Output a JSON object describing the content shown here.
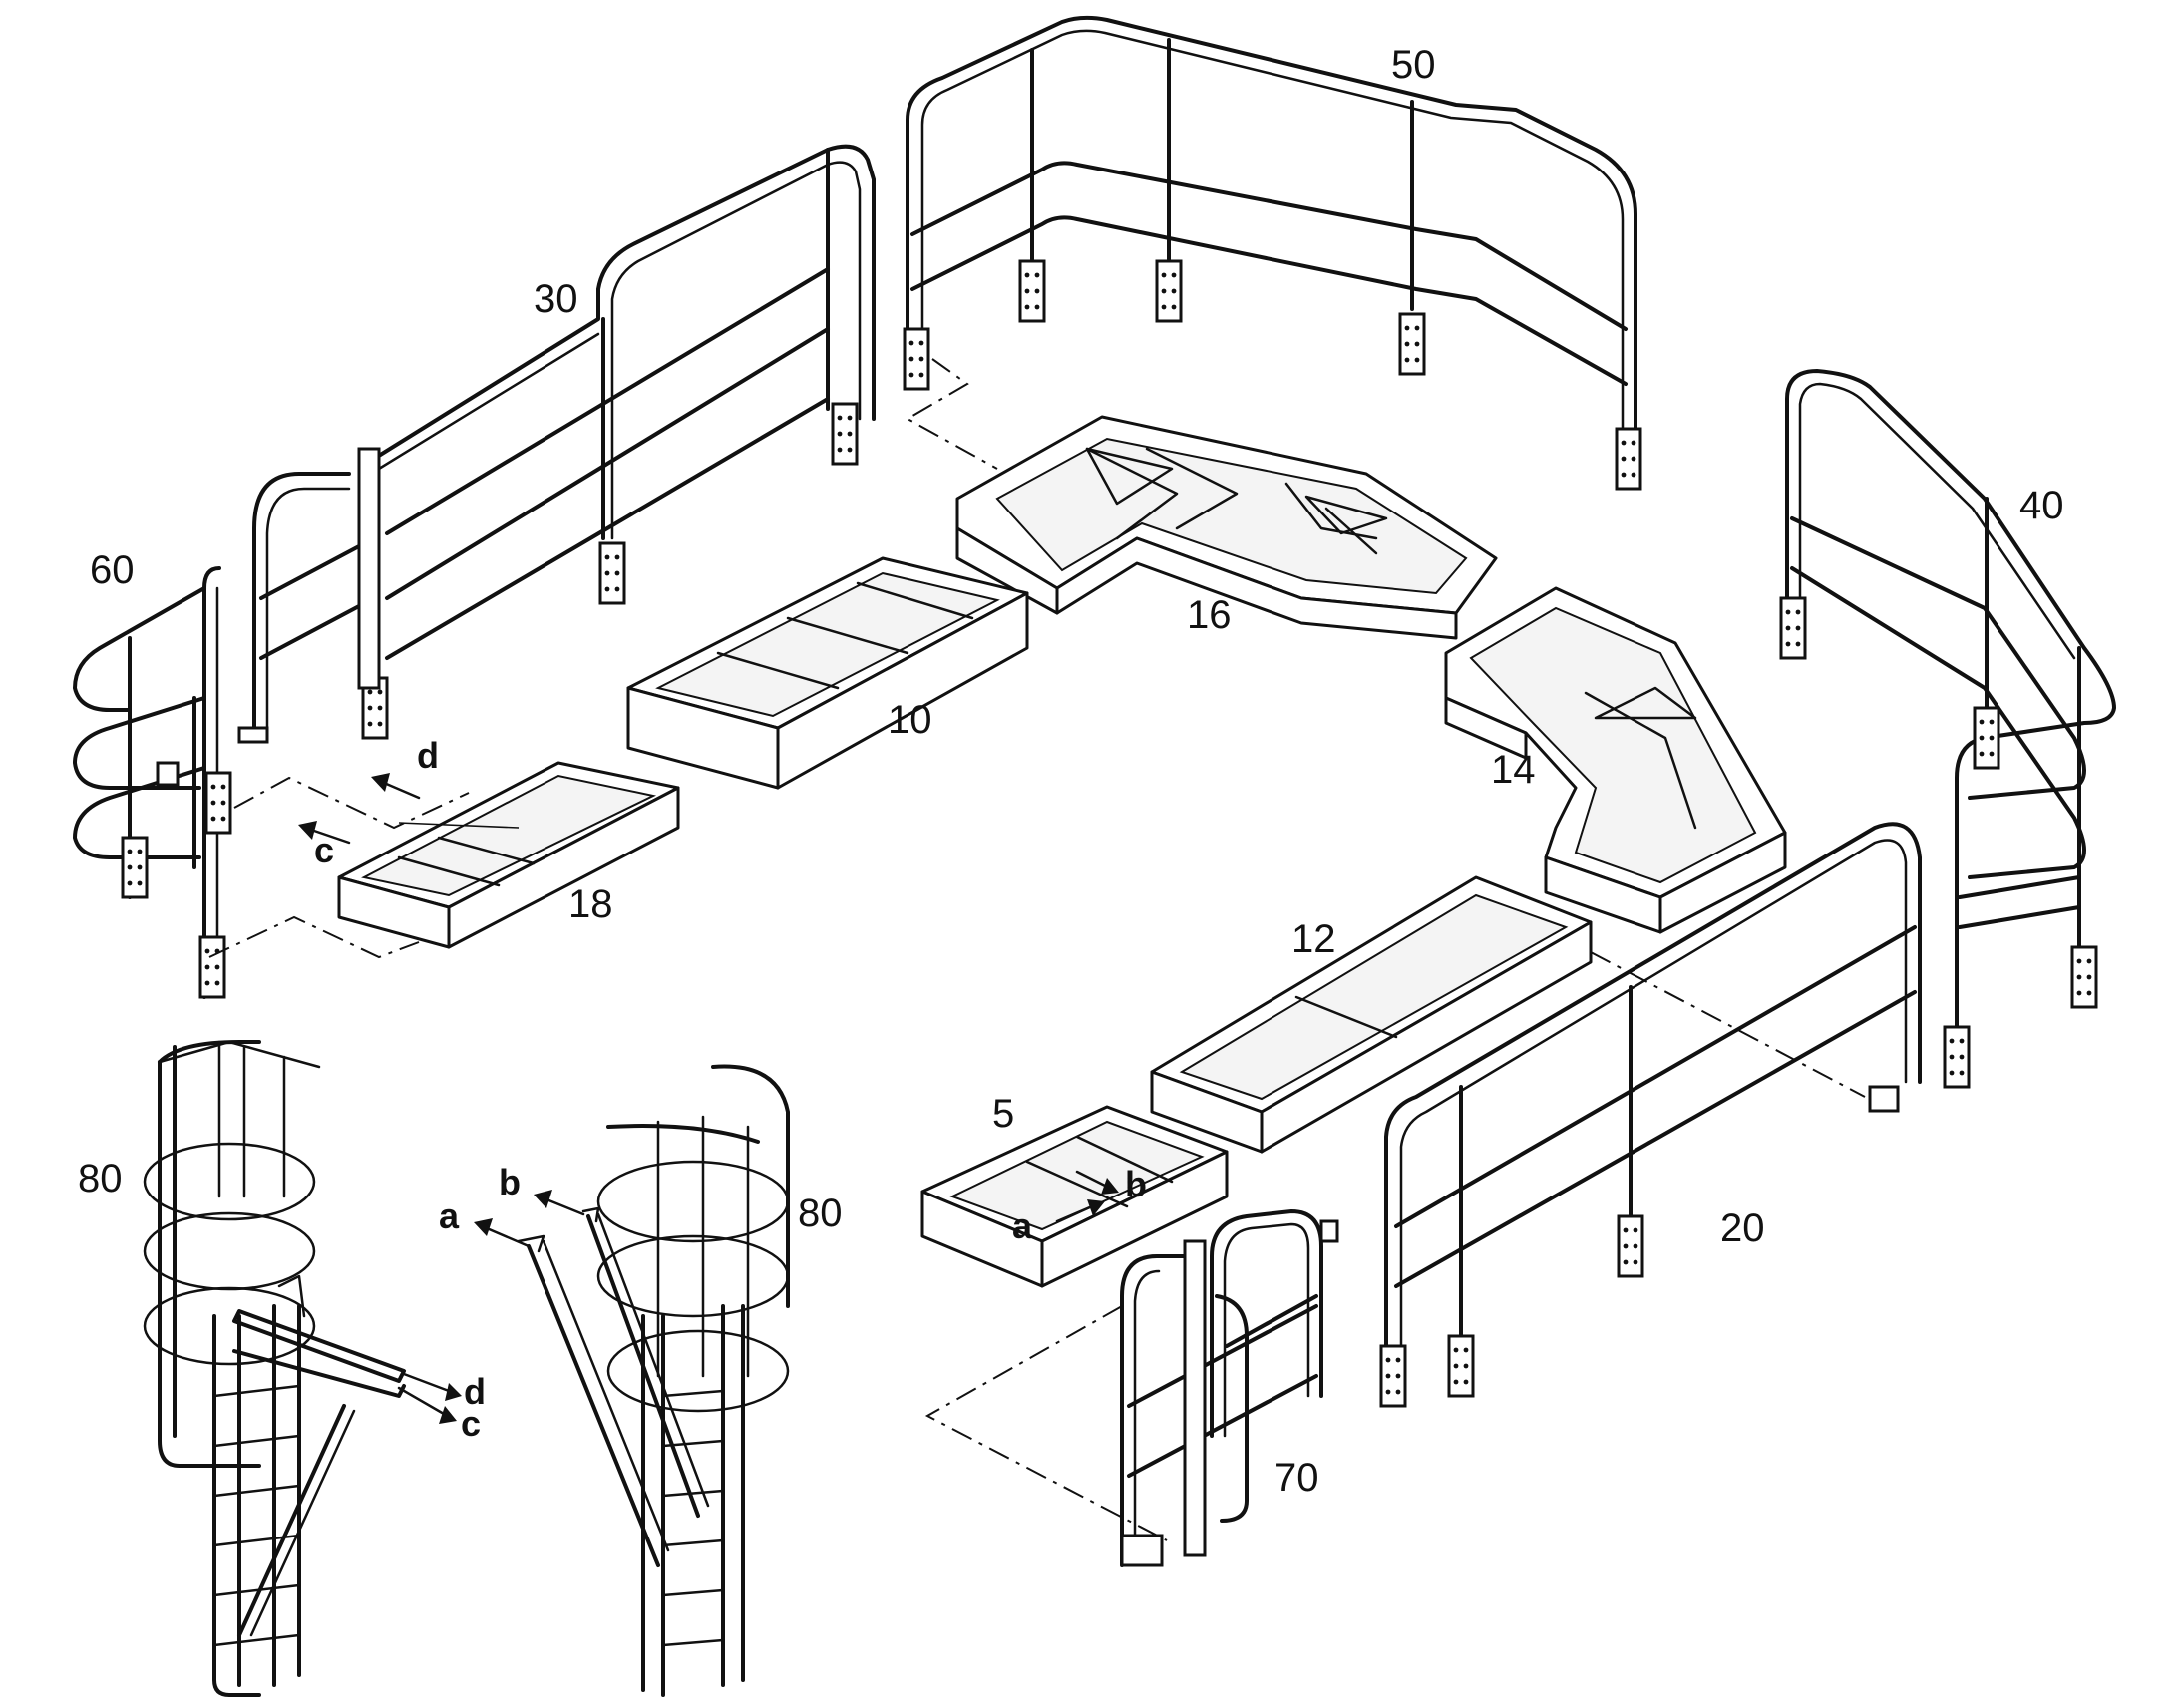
{
  "labels": {
    "p5": "5",
    "p10": "10",
    "p12": "12",
    "p14": "14",
    "p16": "16",
    "p18": "18",
    "p20": "20",
    "p30": "30",
    "p40": "40",
    "p50": "50",
    "p60": "60",
    "p70": "70",
    "p80a": "80",
    "p80b": "80",
    "a1": "a",
    "a2": "a",
    "b1": "b",
    "b2": "b",
    "c1": "c",
    "c2": "c",
    "d1": "d",
    "d2": "d"
  }
}
